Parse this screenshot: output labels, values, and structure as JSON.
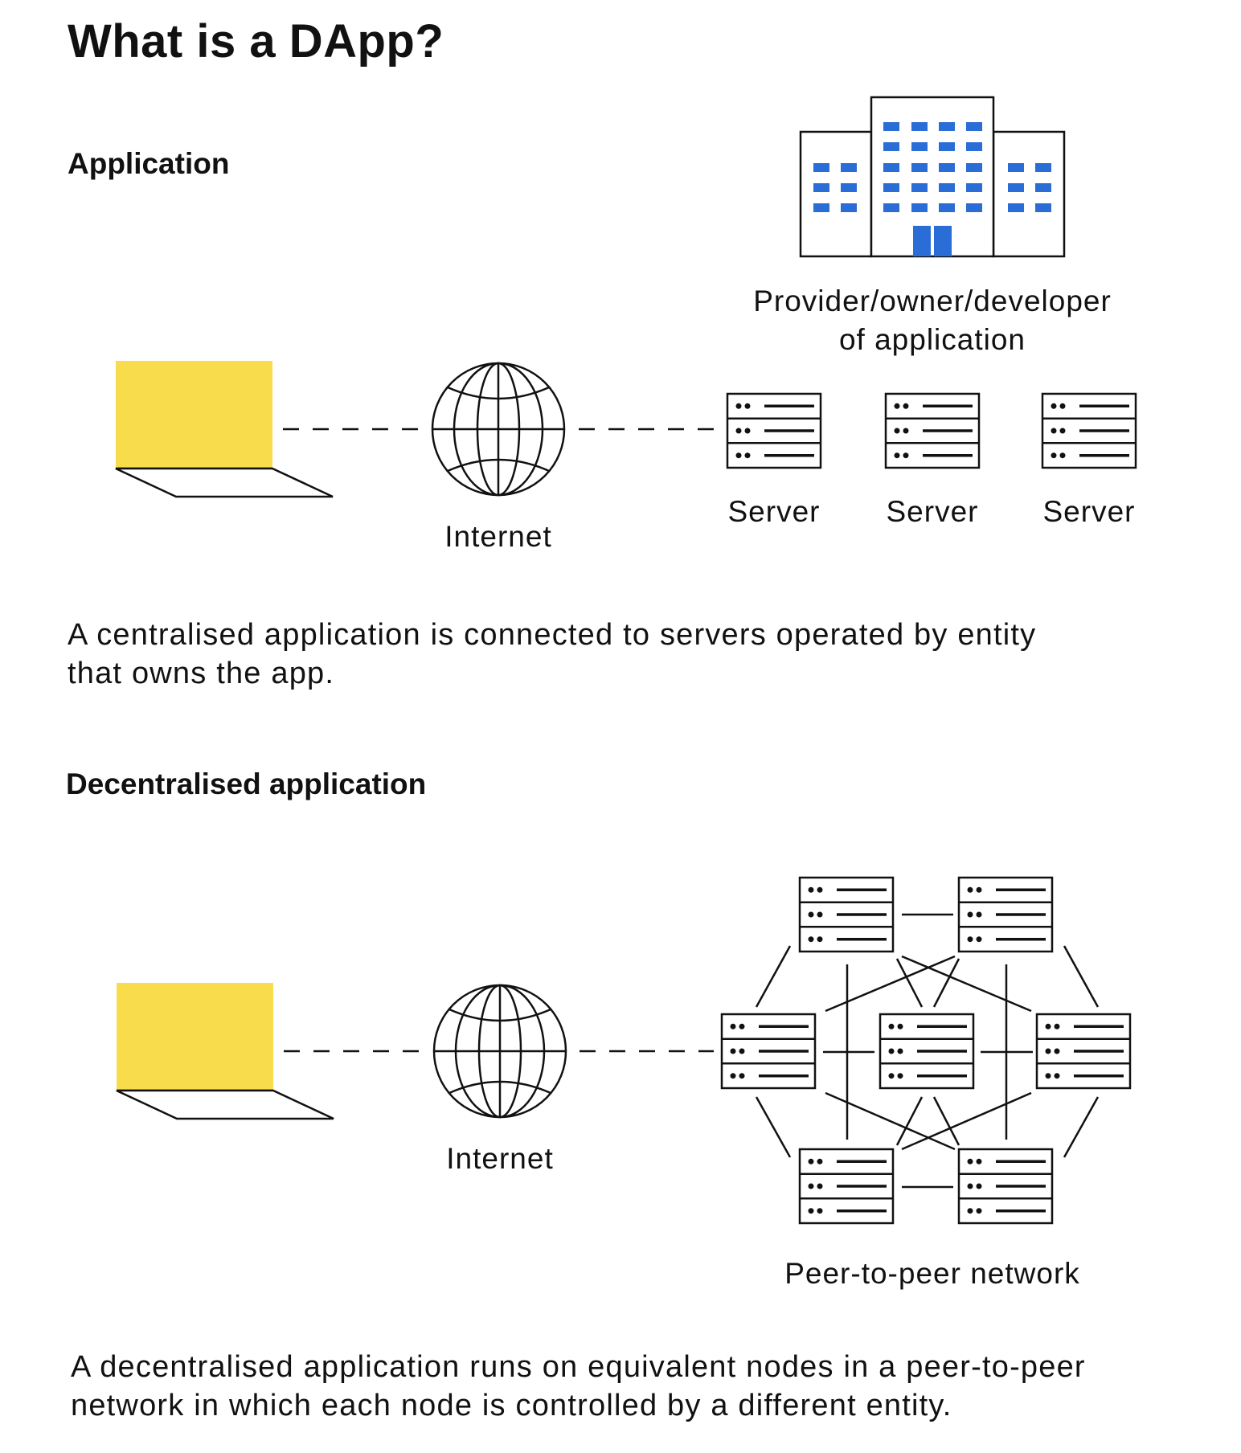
{
  "title": "What is a DApp?",
  "centralised": {
    "heading": "Application",
    "provider_line1": "Provider/owner/developer",
    "provider_line2": "of application",
    "internet_label": "Internet",
    "server_labels": [
      "Server",
      "Server",
      "Server"
    ],
    "description_line1": "A centralised application is connected to servers operated by entity",
    "description_line2": "that owns the app."
  },
  "decentralised": {
    "heading": "Decentralised application",
    "internet_label": "Internet",
    "network_label": "Peer-to-peer network",
    "description_line1": "A decentralised application runs on equivalent nodes in a peer-to-peer",
    "description_line2": "network in which each node is controlled by a different entity."
  },
  "colors": {
    "laptop_screen": "#F8DC4B",
    "building_windows": "#2B6DD6",
    "line": "#111111"
  },
  "icons": [
    "laptop-icon",
    "globe-icon",
    "building-icon",
    "server-icon"
  ]
}
